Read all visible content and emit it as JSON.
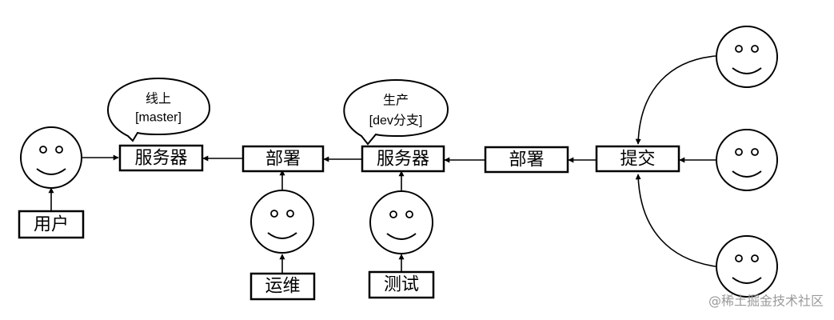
{
  "boxes": {
    "server_online": "服务器",
    "deploy_1": "部署",
    "server_prod": "服务器",
    "deploy_2": "部署",
    "commit": "提交",
    "user": "用户",
    "ops": "运维",
    "test": "测试"
  },
  "bubbles": {
    "online": {
      "line1": "线上",
      "line2": "[master]"
    },
    "prod": {
      "line1": "生产",
      "line2": "[dev分支]"
    }
  },
  "icons": {
    "actor": "smiley-face-icon"
  },
  "watermark": "@稀土掘金技术社区"
}
